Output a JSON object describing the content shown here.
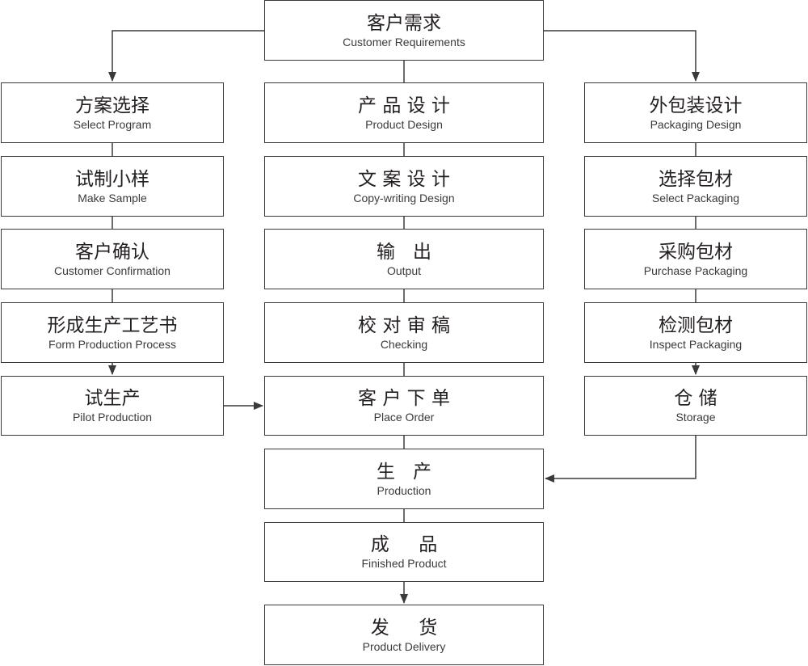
{
  "colors": {
    "stroke": "#3a3a3a",
    "text": "#231f20",
    "background": "#ffffff"
  },
  "nodes": {
    "customer_requirements": {
      "zh": "客户需求",
      "en": "Customer Requirements"
    },
    "select_program": {
      "zh": "方案选择",
      "en": "Select Program"
    },
    "make_sample": {
      "zh": "试制小样",
      "en": "Make Sample"
    },
    "customer_confirmation": {
      "zh": "客户确认",
      "en": "Customer Confirmation"
    },
    "form_production_process": {
      "zh": "形成生产工艺书",
      "en": "Form Production Process"
    },
    "pilot_production": {
      "zh": "试生产",
      "en": "Pilot Production"
    },
    "product_design": {
      "zh": "产 品 设 计",
      "en": "Product Design"
    },
    "copywriting_design": {
      "zh": "文 案 设 计",
      "en": "Copy-writing Design"
    },
    "output": {
      "zh": "输   出",
      "en": "Output"
    },
    "checking": {
      "zh": "校 对 审 稿",
      "en": "Checking"
    },
    "place_order": {
      "zh": "客 户 下 单",
      "en": "Place Order"
    },
    "production": {
      "zh": "生   产",
      "en": "Production"
    },
    "finished_product": {
      "zh": "成     品",
      "en": "Finished Product"
    },
    "product_delivery": {
      "zh": "发     货",
      "en": "Product Delivery"
    },
    "packaging_design": {
      "zh": "外包装设计",
      "en": "Packaging Design"
    },
    "select_packaging": {
      "zh": "选择包材",
      "en": "Select Packaging"
    },
    "purchase_packaging": {
      "zh": "采购包材",
      "en": "Purchase Packaging"
    },
    "inspect_packaging": {
      "zh": "检测包材",
      "en": "Inspect Packaging"
    },
    "storage": {
      "zh": "仓 储",
      "en": "Storage"
    }
  }
}
